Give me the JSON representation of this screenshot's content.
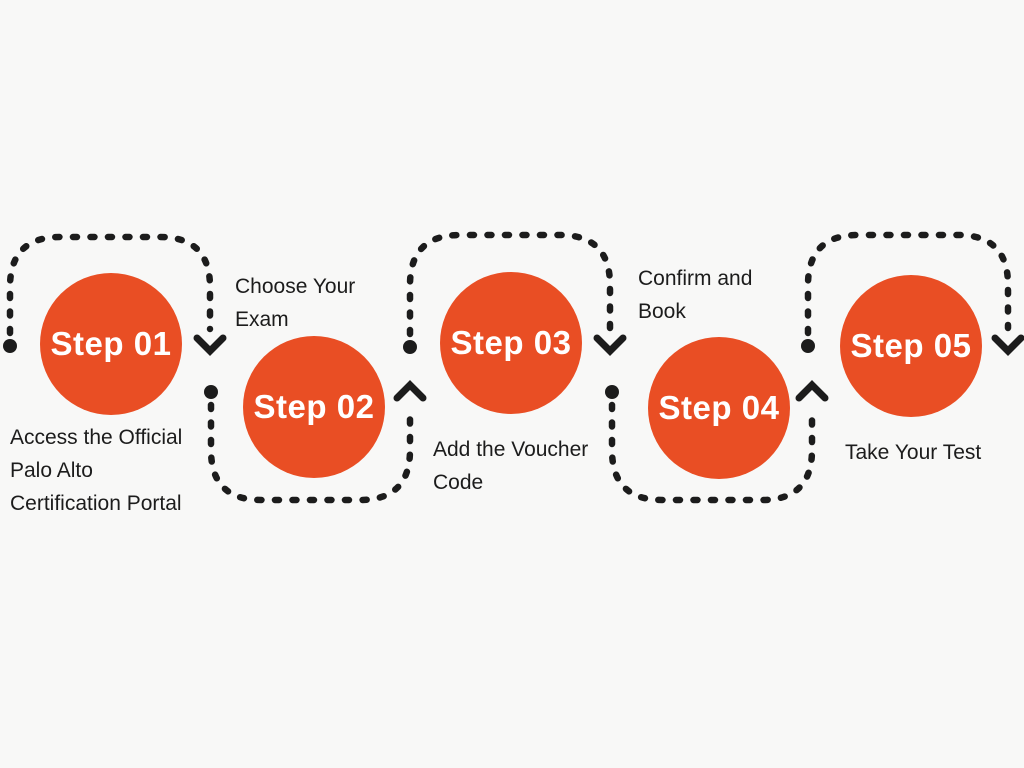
{
  "colors": {
    "background": "#F8F8F7",
    "accent": "#E94E24",
    "ink": "#1C1C1C",
    "step_text": "#FFFFFF"
  },
  "steps": [
    {
      "label": "Step 01",
      "caption": "Access the Official\nPalo Alto\nCertification Portal",
      "caption_position": "below"
    },
    {
      "label": "Step 02",
      "caption": "Choose Your\nExam",
      "caption_position": "above"
    },
    {
      "label": "Step 03",
      "caption": "Add the Voucher\nCode",
      "caption_position": "below"
    },
    {
      "label": "Step 04",
      "caption": "Confirm and\nBook",
      "caption_position": "above"
    },
    {
      "label": "Step 05",
      "caption": "Take Your Test",
      "caption_position": "below"
    }
  ]
}
